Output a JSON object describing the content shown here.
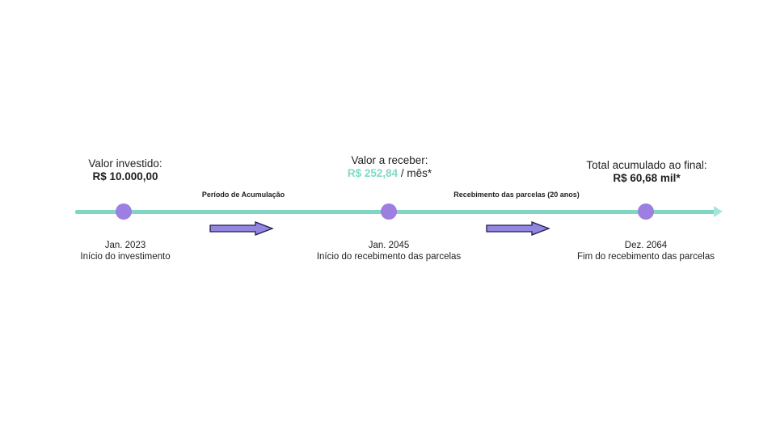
{
  "colors": {
    "timeline-line": "#7fd6c5",
    "timeline-arrowhead": "#a9e4d8",
    "milestone-dot": "#9d7ee1",
    "arrow-fill": "#9186e0",
    "arrow-outline": "#251b4e",
    "highlight": "#7fdac6",
    "text": "#1f1f1f"
  },
  "timeline": {
    "annotations": [
      {
        "title": "Valor investido:",
        "value": "R$ 10.000,00"
      },
      {
        "title": "Valor a receber:",
        "value": "R$ 252,84",
        "suffix": " / mês*"
      },
      {
        "title": "Total acumulado ao final:",
        "value": "R$ 60,68 mil*"
      }
    ],
    "segments": [
      {
        "label": "Período de Acumulação"
      },
      {
        "label": "Recebimento das parcelas (20 anos)"
      }
    ],
    "milestones": [
      {
        "date": "Jan. 2023",
        "description": "Início do investimento"
      },
      {
        "date": "Jan. 2045",
        "description": "Início do recebimento das parcelas"
      },
      {
        "date": "Dez. 2064",
        "description": "Fim do recebimento das parcelas"
      }
    ]
  }
}
